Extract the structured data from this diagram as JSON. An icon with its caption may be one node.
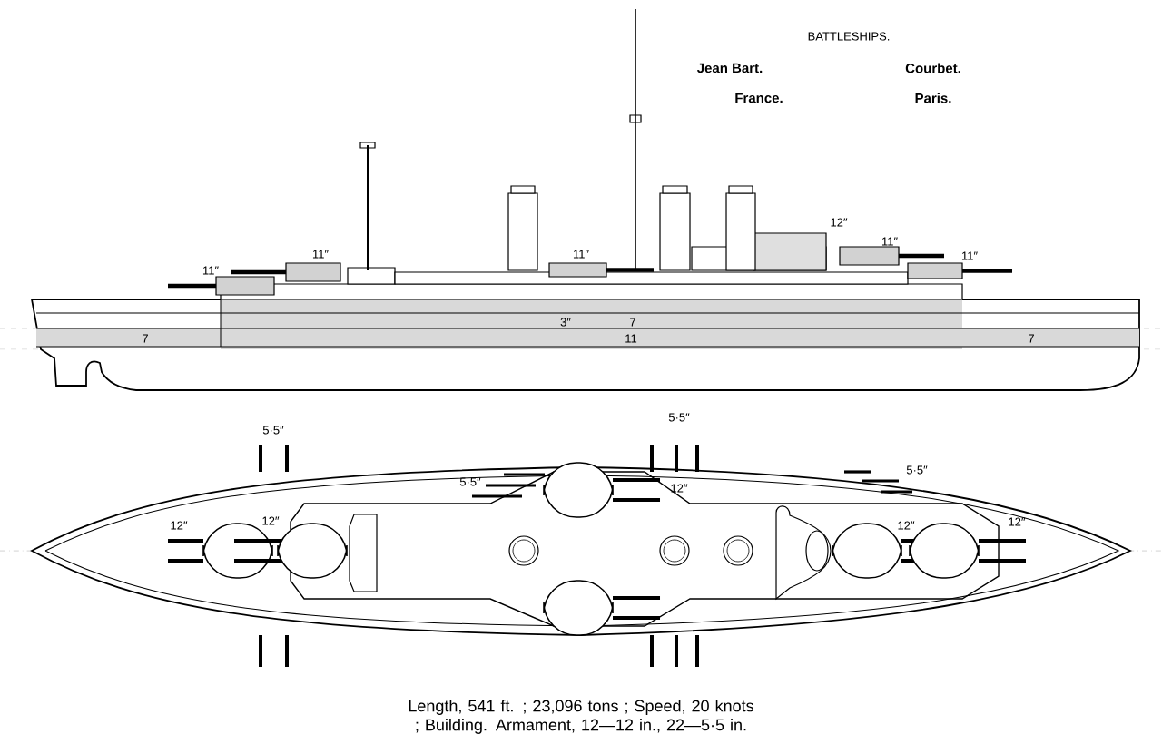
{
  "diagram": {
    "title": "BATTLESHIPS.",
    "caption": "Length, 541 ft. ; 23,096 tons ; Speed, 20 knots ; Building. Armament, 12—12 in., 22—5·5 in.",
    "labels": [
      "Jean Bart.",
      "Courbet.",
      "France.",
      "Paris.",
      "12″",
      "11″",
      "11″",
      "11″",
      "11″",
      "11″",
      "3″",
      "7",
      "7",
      "11",
      "7",
      "5·5″",
      "5·5″",
      "5·5″",
      "5·5″",
      "12″",
      "12″",
      "12″",
      "12″",
      "12″"
    ]
  }
}
